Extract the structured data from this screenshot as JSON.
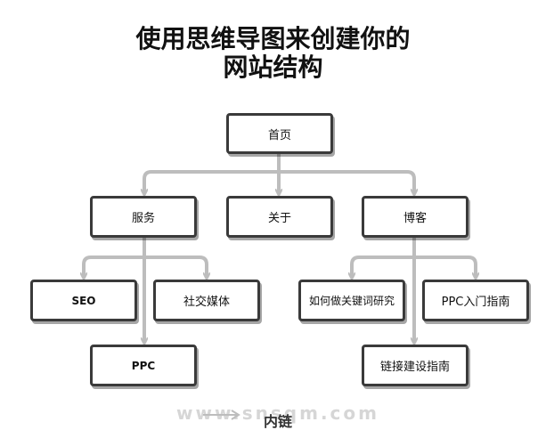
{
  "title_line1": "使用思维导图来创建你的",
  "title_line2": "网站结构",
  "nodes": {
    "home": "首页",
    "services": "服务",
    "about": "关于",
    "blog": "博客",
    "seo": "SEO",
    "social": "社交媒体",
    "ppc": "PPC",
    "keyword": "如何做关键词研究",
    "ppc_guide": "PPC入门指南",
    "link_building": "链接建设指南"
  },
  "legend": {
    "label": "内链"
  },
  "watermark": "www.snsqm.com",
  "colors": {
    "connector": "#bdbdbd",
    "border": "#3a3a3a"
  }
}
